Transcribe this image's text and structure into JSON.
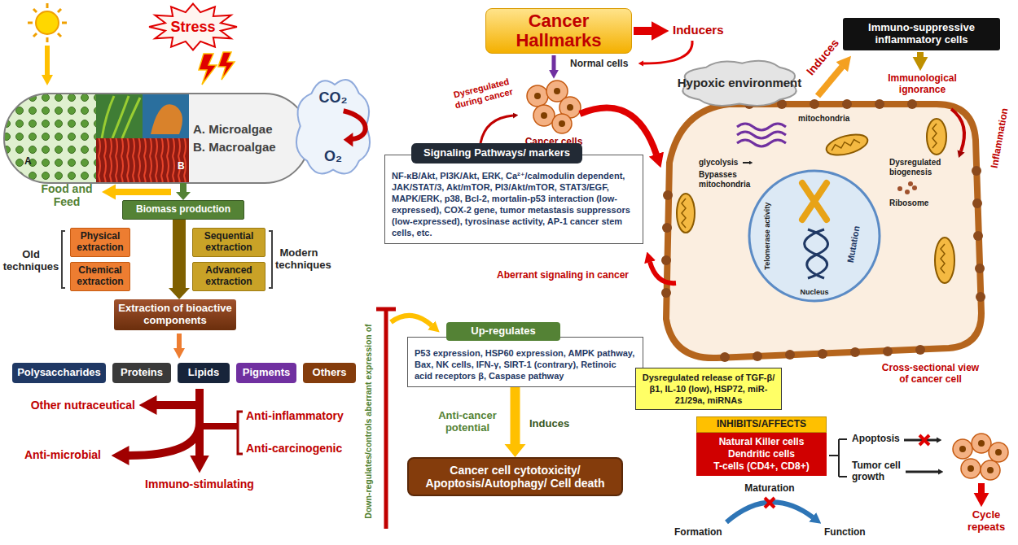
{
  "diagram": {
    "nodes": [
      {
        "text": [
          "Stress"
        ]
      },
      {
        "text": [
          "A. Microalgae",
          "B. Macroalgae"
        ]
      },
      {
        "text": [
          "CO₂",
          "O₂"
        ]
      },
      {
        "text": [
          "Biomass production"
        ]
      },
      {
        "text": [
          "Physical extraction"
        ]
      },
      {
        "text": [
          "Sequential extraction"
        ]
      },
      {
        "text": [
          "Chemical extraction"
        ]
      },
      {
        "text": [
          "Advanced extraction"
        ]
      },
      {
        "text": [
          "Extraction of bioactive components"
        ]
      },
      {
        "text": [
          "Polysaccharides"
        ]
      },
      {
        "text": [
          "Proteins"
        ]
      },
      {
        "text": [
          "Lipids"
        ]
      },
      {
        "text": [
          "Pigments"
        ]
      },
      {
        "text": [
          "Others"
        ]
      },
      {
        "text": [
          "Cancer Hallmarks"
        ]
      },
      {
        "text": [
          "Hypoxic environment"
        ]
      },
      {
        "text": [
          "Immuno-suppressive inflammatory cells"
        ]
      },
      {
        "text": [
          "Signaling Pathways/ markers"
        ]
      },
      {
        "text": [
          "NF-κB/Akt, PI3K/Akt, ERK, Ca²⁺/calmodulin dependent, JAK/STAT/3, Akt/mTOR, PI3/Akt/mTOR, STAT3/EGF, MAPK/ERK, p38, Bcl-2, mortalin-p53 interaction (low-expressed), COX-2 gene, tumor metastasis suppressors (low-expressed), tyrosinase activity, AP-1 cancer stem cells, etc."
        ]
      },
      {
        "text": [
          "Up-regulates"
        ]
      },
      {
        "text": [
          "P53 expression, HSP60 expression, AMPK pathway, Bax, NK cells, IFN-γ, SIRT-1 (contrary), Retinoic acid receptors β, Caspase pathway"
        ]
      },
      {
        "text": [
          "Cancer cell cytotoxicity/ Apoptosis/Autophagy/ Cell death"
        ]
      },
      {
        "text": [
          "Dysregulated release of TGF-β/β1, IL-10 (low), HSP72, miR-21/29a, miRNAs"
        ]
      },
      {
        "text": [
          "INHIBITS/AFFECTS"
        ]
      },
      {
        "text": [
          "Natural Killer cells",
          "Dendritic cells",
          "T-cells (CD4+, CD8+)"
        ]
      }
    ],
    "edges": [
      {
        "from": 1,
        "to": 3,
        "arrow": "to"
      },
      {
        "from": 3,
        "to": 8,
        "arrow": "to"
      },
      {
        "from": 20,
        "to": 21,
        "arrow": "to"
      }
    ],
    "labels": [
      "A",
      "B",
      "Food and Feed",
      "Old techniques",
      "Modern techniques",
      "Other nutraceutical",
      "Anti-microbial",
      "Immuno-stimulating",
      "Anti-inflammatory",
      "Anti-carcinogenic",
      "Down-regulates/controls aberrant expression of",
      "Inducers",
      "Normal cells",
      "Dysregulated during cancer",
      "Cancer cells",
      "Aberrant signaling in cancer",
      "Anti-cancer potential",
      "Induces",
      "Induces",
      "Immunological ignorance",
      "Inflammation",
      "mitochondria",
      "glycolysis",
      "Bypasses mitochondria",
      "Telomerase activity",
      "Mutation",
      "Nucleus",
      "Dysregulated biogenesis",
      "Ribosome",
      "Cross-sectional view of cancer cell",
      "Apoptosis",
      "Tumor cell growth",
      "Maturation",
      "Formation",
      "Function",
      "Cycle repeats"
    ]
  }
}
